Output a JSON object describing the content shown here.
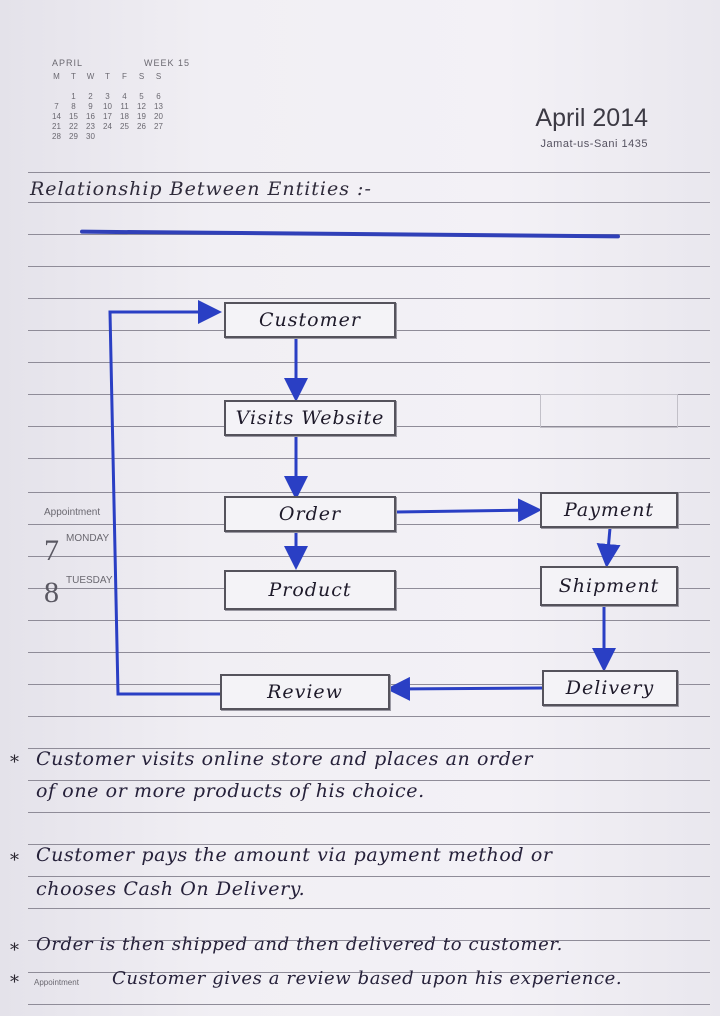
{
  "calendar": {
    "month": "APRIL",
    "week": "WEEK 15",
    "weekdays": [
      "M",
      "T",
      "W",
      "T",
      "F",
      "S",
      "S"
    ],
    "days": [
      "",
      "",
      "",
      "",
      "",
      "",
      "",
      "",
      "1",
      "2",
      "3",
      "4",
      "5",
      "6",
      "7",
      "8",
      "9",
      "10",
      "11",
      "12",
      "13",
      "14",
      "15",
      "16",
      "17",
      "18",
      "19",
      "20",
      "21",
      "22",
      "23",
      "24",
      "25",
      "26",
      "27",
      "28",
      "29",
      "30",
      "",
      "",
      "",
      ""
    ]
  },
  "header": {
    "month_title": "April 2014",
    "hijri_line": "Jamat-us-Sani 1435"
  },
  "heading": "Relationship Between Entities :-",
  "diagram": {
    "nodes": {
      "customer": "Customer",
      "visits_website": "Visits Website",
      "order": "Order",
      "product": "Product",
      "review": "Review",
      "payment": "Payment",
      "shipment": "Shipment",
      "delivery": "Delivery"
    },
    "edges": [
      [
        "customer",
        "visits_website"
      ],
      [
        "visits_website",
        "order"
      ],
      [
        "order",
        "product"
      ],
      [
        "order",
        "payment"
      ],
      [
        "payment",
        "shipment"
      ],
      [
        "shipment",
        "delivery"
      ],
      [
        "delivery",
        "review"
      ],
      [
        "review",
        "customer"
      ]
    ],
    "arrow_color": "#2a3fc4"
  },
  "appointments": {
    "label": "Appointment",
    "day1_num": "7",
    "day1_name": "MONDAY",
    "day2_num": "8",
    "day2_name": "TUESDAY"
  },
  "notes": {
    "bullet": "*",
    "lines": [
      "Customer visits online store and places an order",
      "of one or more products of his choice.",
      "Customer pays the amount via payment method or",
      "chooses Cash On Delivery.",
      "Order is then shipped and then delivered to customer.",
      "Customer gives a review based upon his experience."
    ],
    "appointment_label": "Appointment"
  }
}
